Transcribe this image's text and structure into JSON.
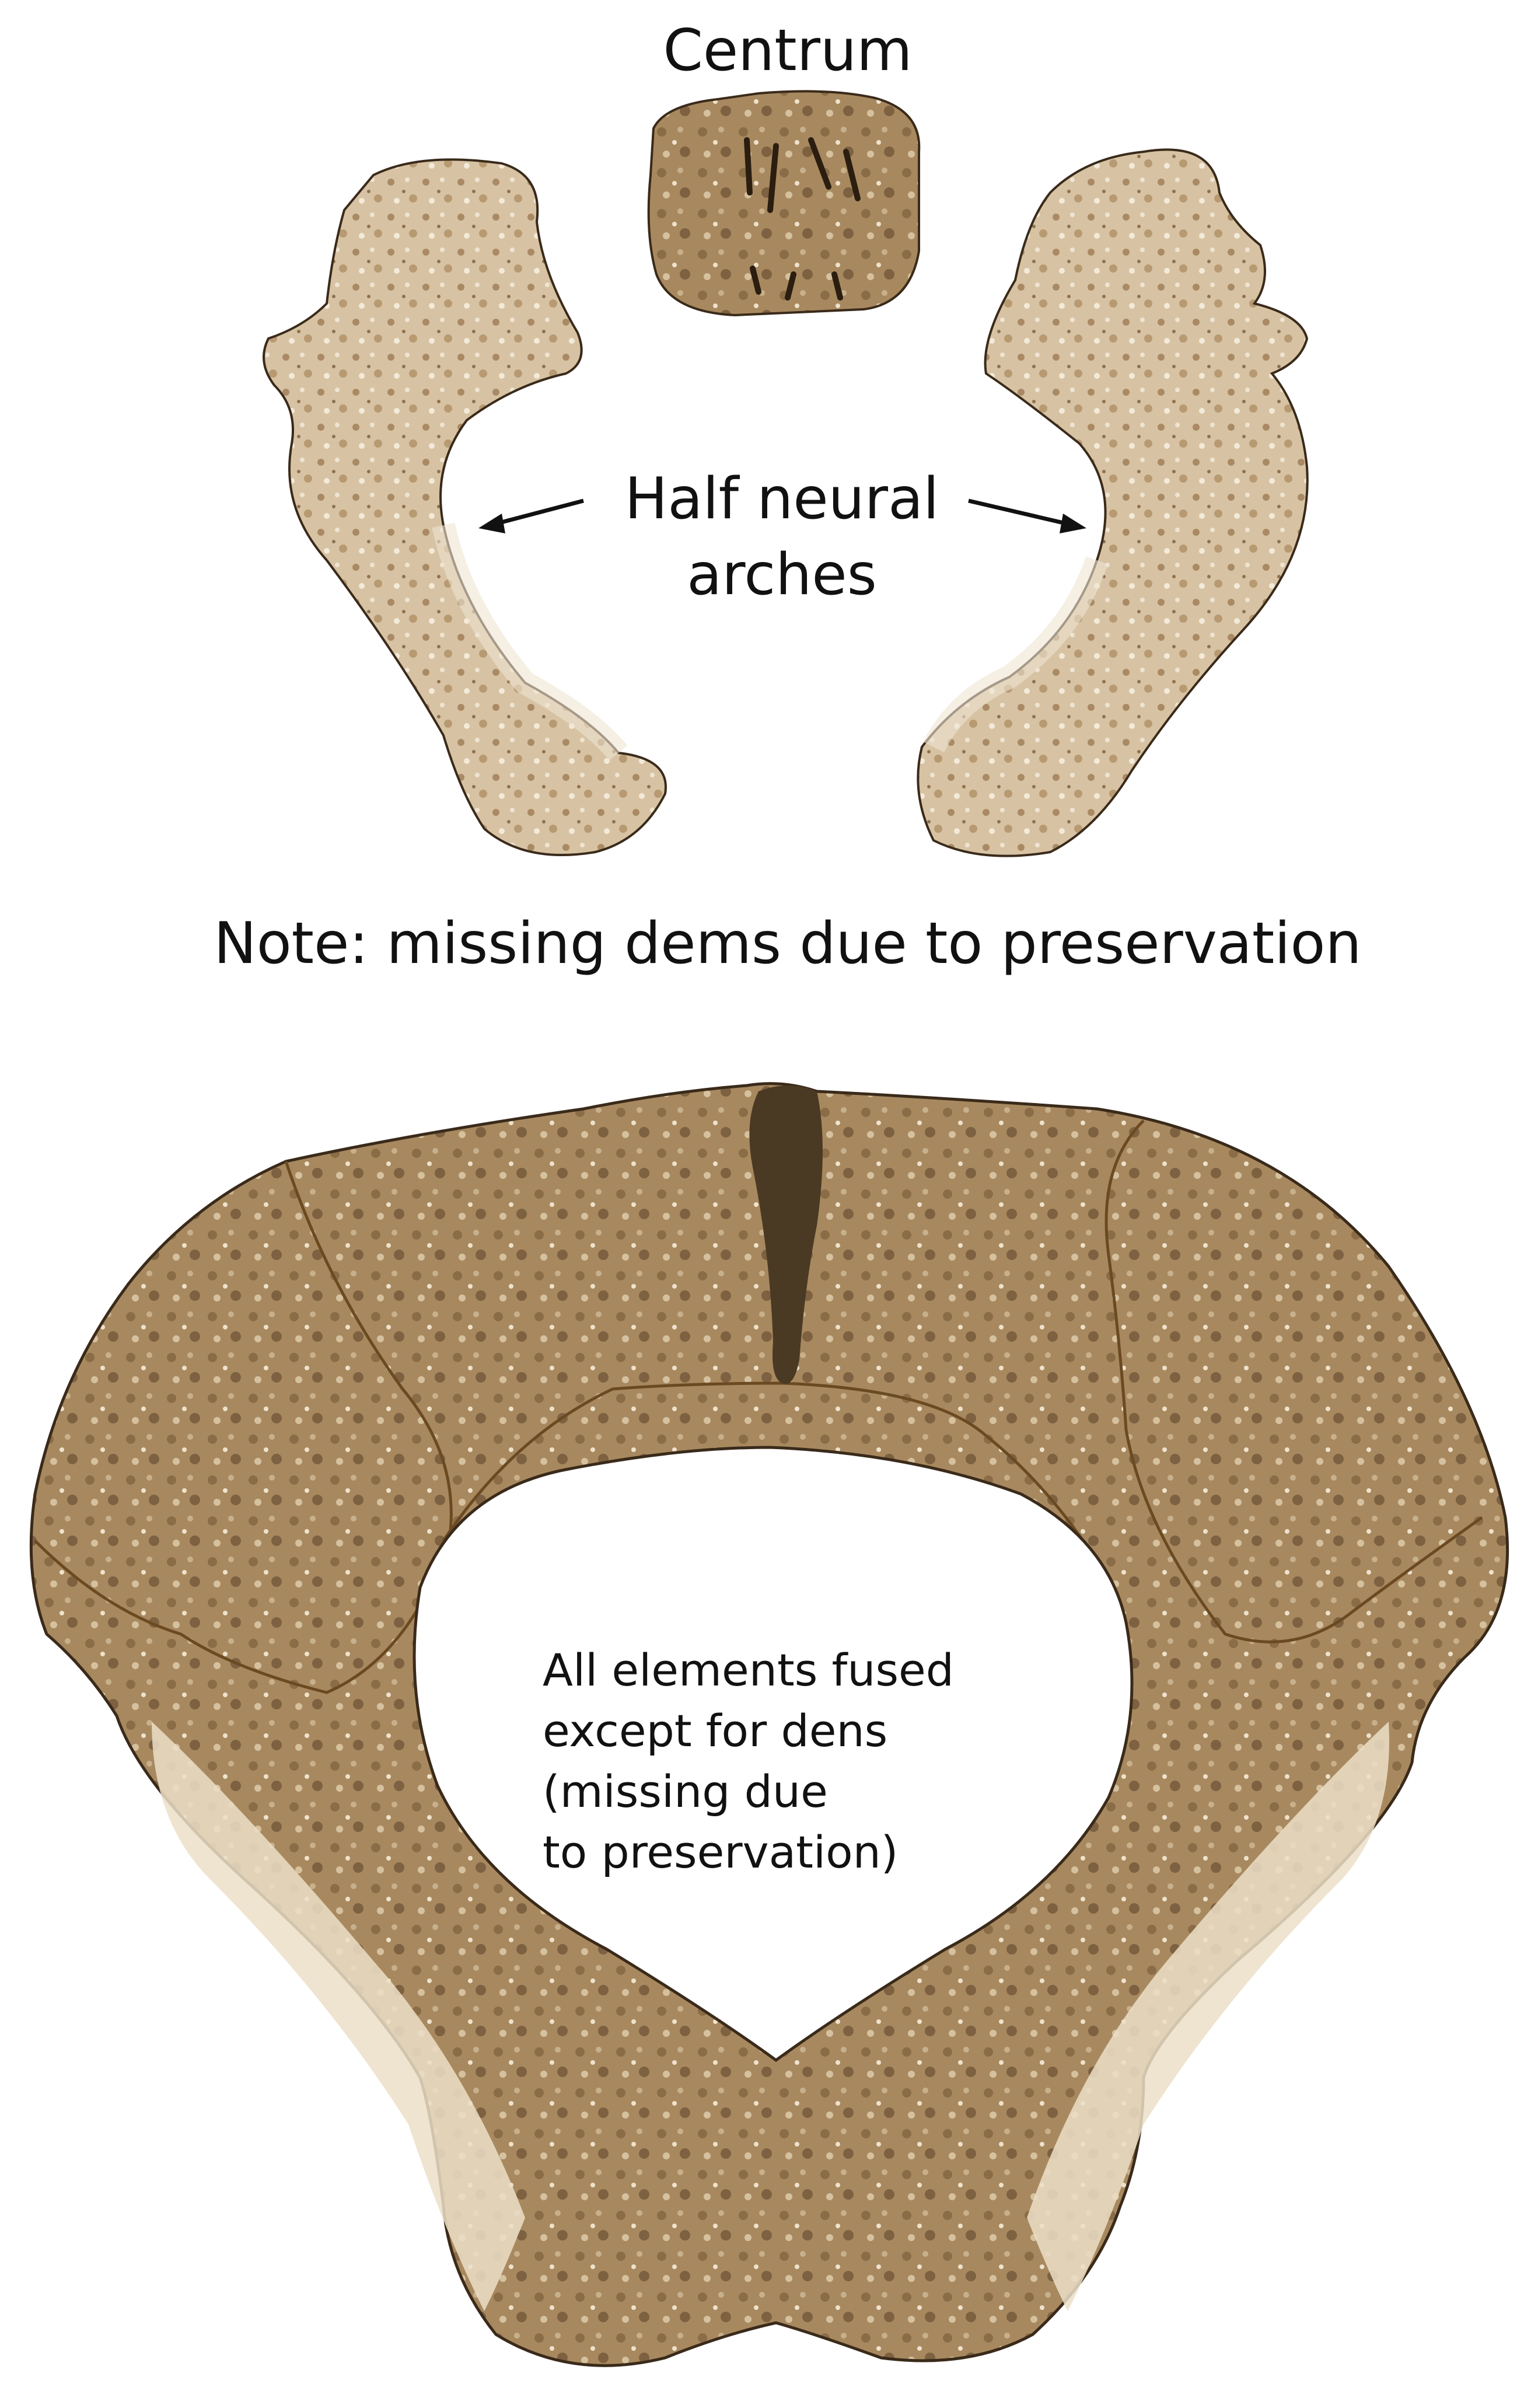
{
  "labels": {
    "centrum": "Centrum",
    "half_neural_arches": "Half neural arches",
    "note": "Note: missing dems due to preservation",
    "fused_lines": [
      "All elements fused",
      "except for dens",
      "(missing due",
      "to preservation)"
    ]
  },
  "colors": {
    "bone_light": "#f1e8d9",
    "bone_mid": "#c9b18f",
    "bone_dark": "#8f7250",
    "outline": "#3a2a1a",
    "suture": "#6b4a22",
    "cleft": "#4a3a24",
    "text": "#111111"
  }
}
